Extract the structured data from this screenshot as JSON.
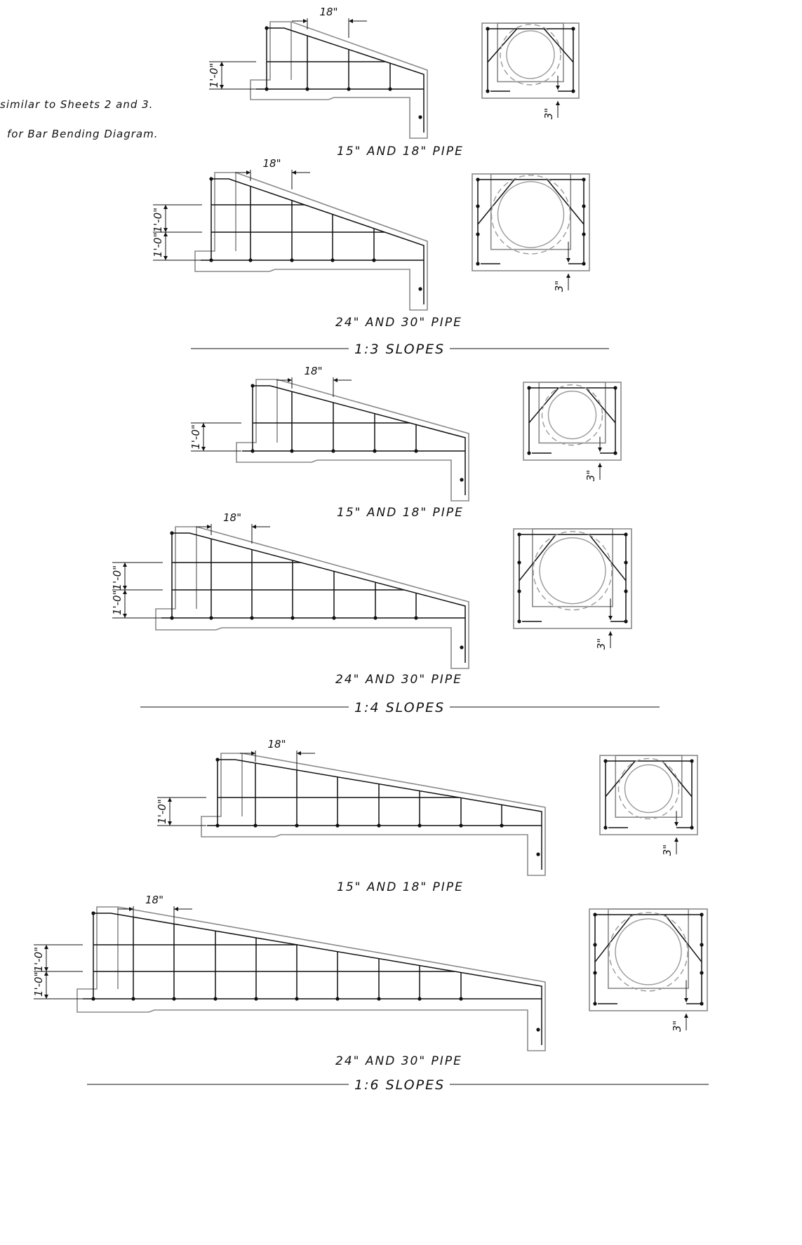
{
  "notes": {
    "line1": "similar to Sheets 2 and 3.",
    "line2": "for Bar Bending Diagram."
  },
  "dims": {
    "spacing": "18\"",
    "rise": "1'-0\"",
    "double_rise": "1'-0\"1'-0\"",
    "cover": "3\""
  },
  "captions": {
    "small_pipe": "15\" AND 18\" PIPE",
    "large_pipe": "24\" AND 30\" PIPE"
  },
  "headings": {
    "slope_1_3": "1:3 SLOPES",
    "slope_1_4": "1:4 SLOPES",
    "slope_1_6": "1:6 SLOPES"
  }
}
